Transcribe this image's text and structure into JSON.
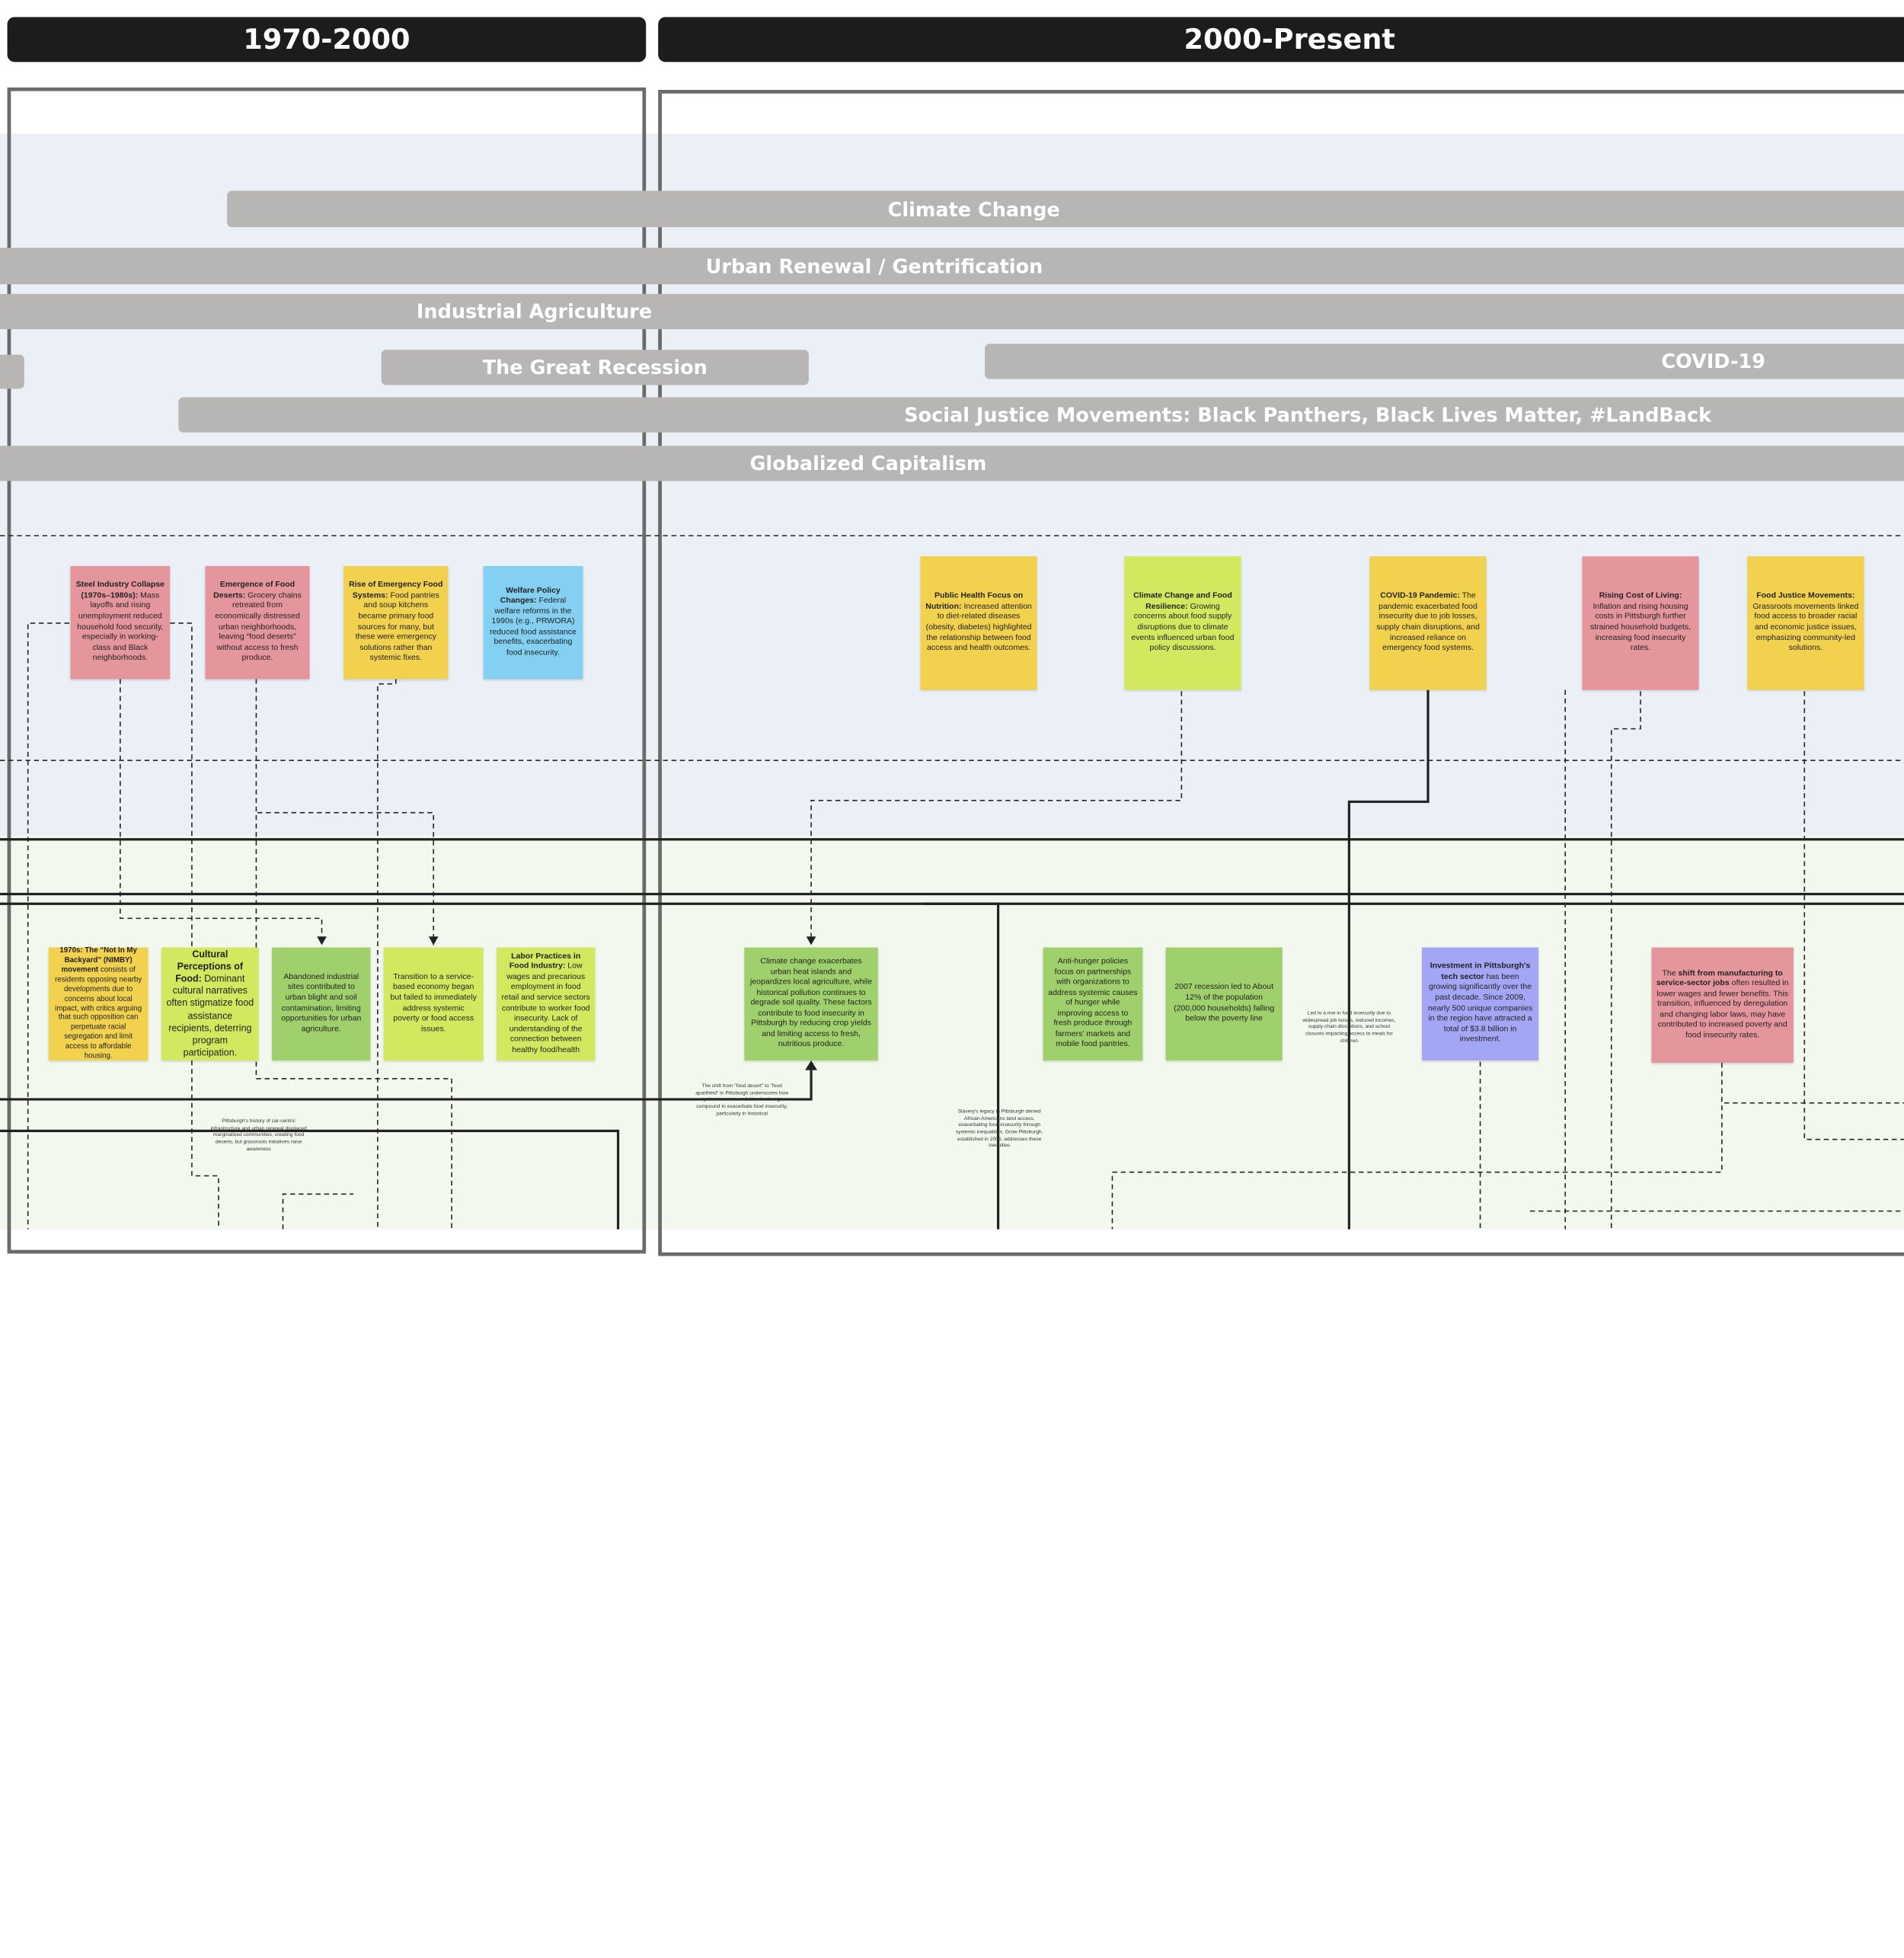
{
  "eras": [
    {
      "label": "1970-2000"
    },
    {
      "label": "2000-Present"
    }
  ],
  "bars": [
    {
      "label": "Climate Change"
    },
    {
      "label": "Urban Renewal / Gentrification"
    },
    {
      "label": "Industrial Agriculture"
    },
    {
      "label": "The Great Recession"
    },
    {
      "label": "COVID-19"
    },
    {
      "label": "Social Justice Movements: Black Panthers, Black Lives Matter, #LandBack"
    },
    {
      "label": "Globalized Capitalism"
    }
  ],
  "notes_upper": [
    {
      "title": "Steel Industry Collapse (1970s–1980s):",
      "body": "Mass layoffs and rising unemployment reduced household food security, especially in working-class and Black neighborhoods.",
      "color": "#e4969c"
    },
    {
      "title": "Emergence of Food Deserts:",
      "body": "Grocery chains retreated from economically distressed urban neighborhoods, leaving “food deserts” without access to fresh produce.",
      "color": "#e4969c"
    },
    {
      "title": "Rise of Emergency Food Systems:",
      "body": "Food pantries and soup kitchens became primary food sources for many, but these were emergency solutions rather than systemic fixes.",
      "color": "#f2d14e"
    },
    {
      "title": "Welfare Policy Changes:",
      "body": "Federal welfare reforms in the 1990s (e.g., PRWORA) reduced food assistance benefits, exacerbating food insecurity.",
      "color": "#83d0f2"
    },
    {
      "title": "Public Health Focus on Nutrition:",
      "body": "Increased attention to diet-related diseases (obesity, diabetes) highlighted the relationship between food access and health outcomes.",
      "color": "#f2d14e"
    },
    {
      "title": "Climate Change and Food Resilience:",
      "body": "Growing concerns about food supply disruptions due to climate events influenced urban food policy discussions.",
      "color": "#d2e85e"
    },
    {
      "title": "COVID-19 Pandemic:",
      "body": "The pandemic exacerbated food insecurity due to job losses, supply chain disruptions, and increased reliance on emergency food systems.",
      "color": "#f2d14e"
    },
    {
      "title": "Rising Cost of Living:",
      "body": "Inflation and rising housing costs in Pittsburgh further strained household budgets, increasing food insecurity rates.",
      "color": "#e4969c"
    },
    {
      "title": "Food Justice Movements:",
      "body": "Grassroots movements linked food access to broader racial and economic justice issues, emphasizing community-led solutions.",
      "color": "#f2d14e"
    }
  ],
  "notes_lower": [
    {
      "title": "1970s: The “Not In My Backyard” (NIMBY) movement",
      "body": "consists of residents opposing nearby developments due to concerns about local impact, with critics arguing that such opposition can perpetuate racial segregation and limit access to affordable housing.",
      "color": "#f2d14e"
    },
    {
      "title": "Cultural Perceptions of Food:",
      "body": "Dominant cultural narratives often stigmatize food assistance recipients, deterring program participation.",
      "color": "#d2e85e"
    },
    {
      "title": "",
      "body": "Abandoned industrial sites contributed to urban blight and soil contamination, limiting opportunities for urban agriculture.",
      "color": "#9fd06c"
    },
    {
      "title": "",
      "body": "Transition to a service-based economy began but failed to immediately address systemic poverty or food access issues.",
      "color": "#d2e85e"
    },
    {
      "title": "Labor Practices in Food Industry:",
      "body": "Low wages and precarious employment in food retail and service sectors contribute to worker food insecurity. Lack of understanding of the connection between healthy food/health",
      "color": "#d2e85e"
    },
    {
      "title": "",
      "body": "Climate change exacerbates urban heat islands and jeopardizes local agriculture, while historical pollution continues to degrade soil quality. These factors contribute to food insecurity in Pittsburgh by reducing crop yields and limiting access to fresh, nutritious produce.",
      "color": "#9fd06c"
    },
    {
      "title": "",
      "body": "Anti-hunger policies focus on partnerships with organizations to address systemic causes of hunger while improving access to fresh produce through farmers' markets and mobile food pantries.",
      "color": "#9fd06c"
    },
    {
      "title": "",
      "body": "2007 recession led to About 12% of the population (200,000 households) falling below the poverty line",
      "color": "#9fd06c"
    },
    {
      "title": "Investment in Pittsburgh's tech sector",
      "body": "has been growing significantly over the past decade. Since 2009, nearly 500 unique companies in the region have attracted a total of $3.8 billion in investment.",
      "color": "#a3a6f4"
    },
    {
      "title": "shift from manufacturing to service-sector jobs",
      "prefix": "The ",
      "body": "often resulted in lower wages and fewer benefits. This transition, influenced by deregulation and changing labor laws, may have contributed to increased poverty and food insecurity rates.",
      "color": "#e4969c"
    }
  ],
  "annotations": [
    {
      "text": "Pittsburgh's history of car-centric infrastructure and urban renewal displaced marginalized communities, creating food deserts, but grassroots initiatives raise awareness"
    },
    {
      "text": "The shift from \"food desert\" to \"food apartheid\" in Pittsburgh underscores how systemic racism and climate change compound to exacerbate food insecurity, particularly in historical"
    },
    {
      "text": "Slavery's legacy in Pittsburgh denied African Americans land access, exacerbating food insecurity through systemic inequalities. Grow Pittsburgh, established in 2005, addresses these inequities"
    },
    {
      "text": "Led to a rise in food insecurity due to widespread job losses, reduced incomes, supply chain disruptions, and school closures impacting access to meals for children"
    }
  ]
}
